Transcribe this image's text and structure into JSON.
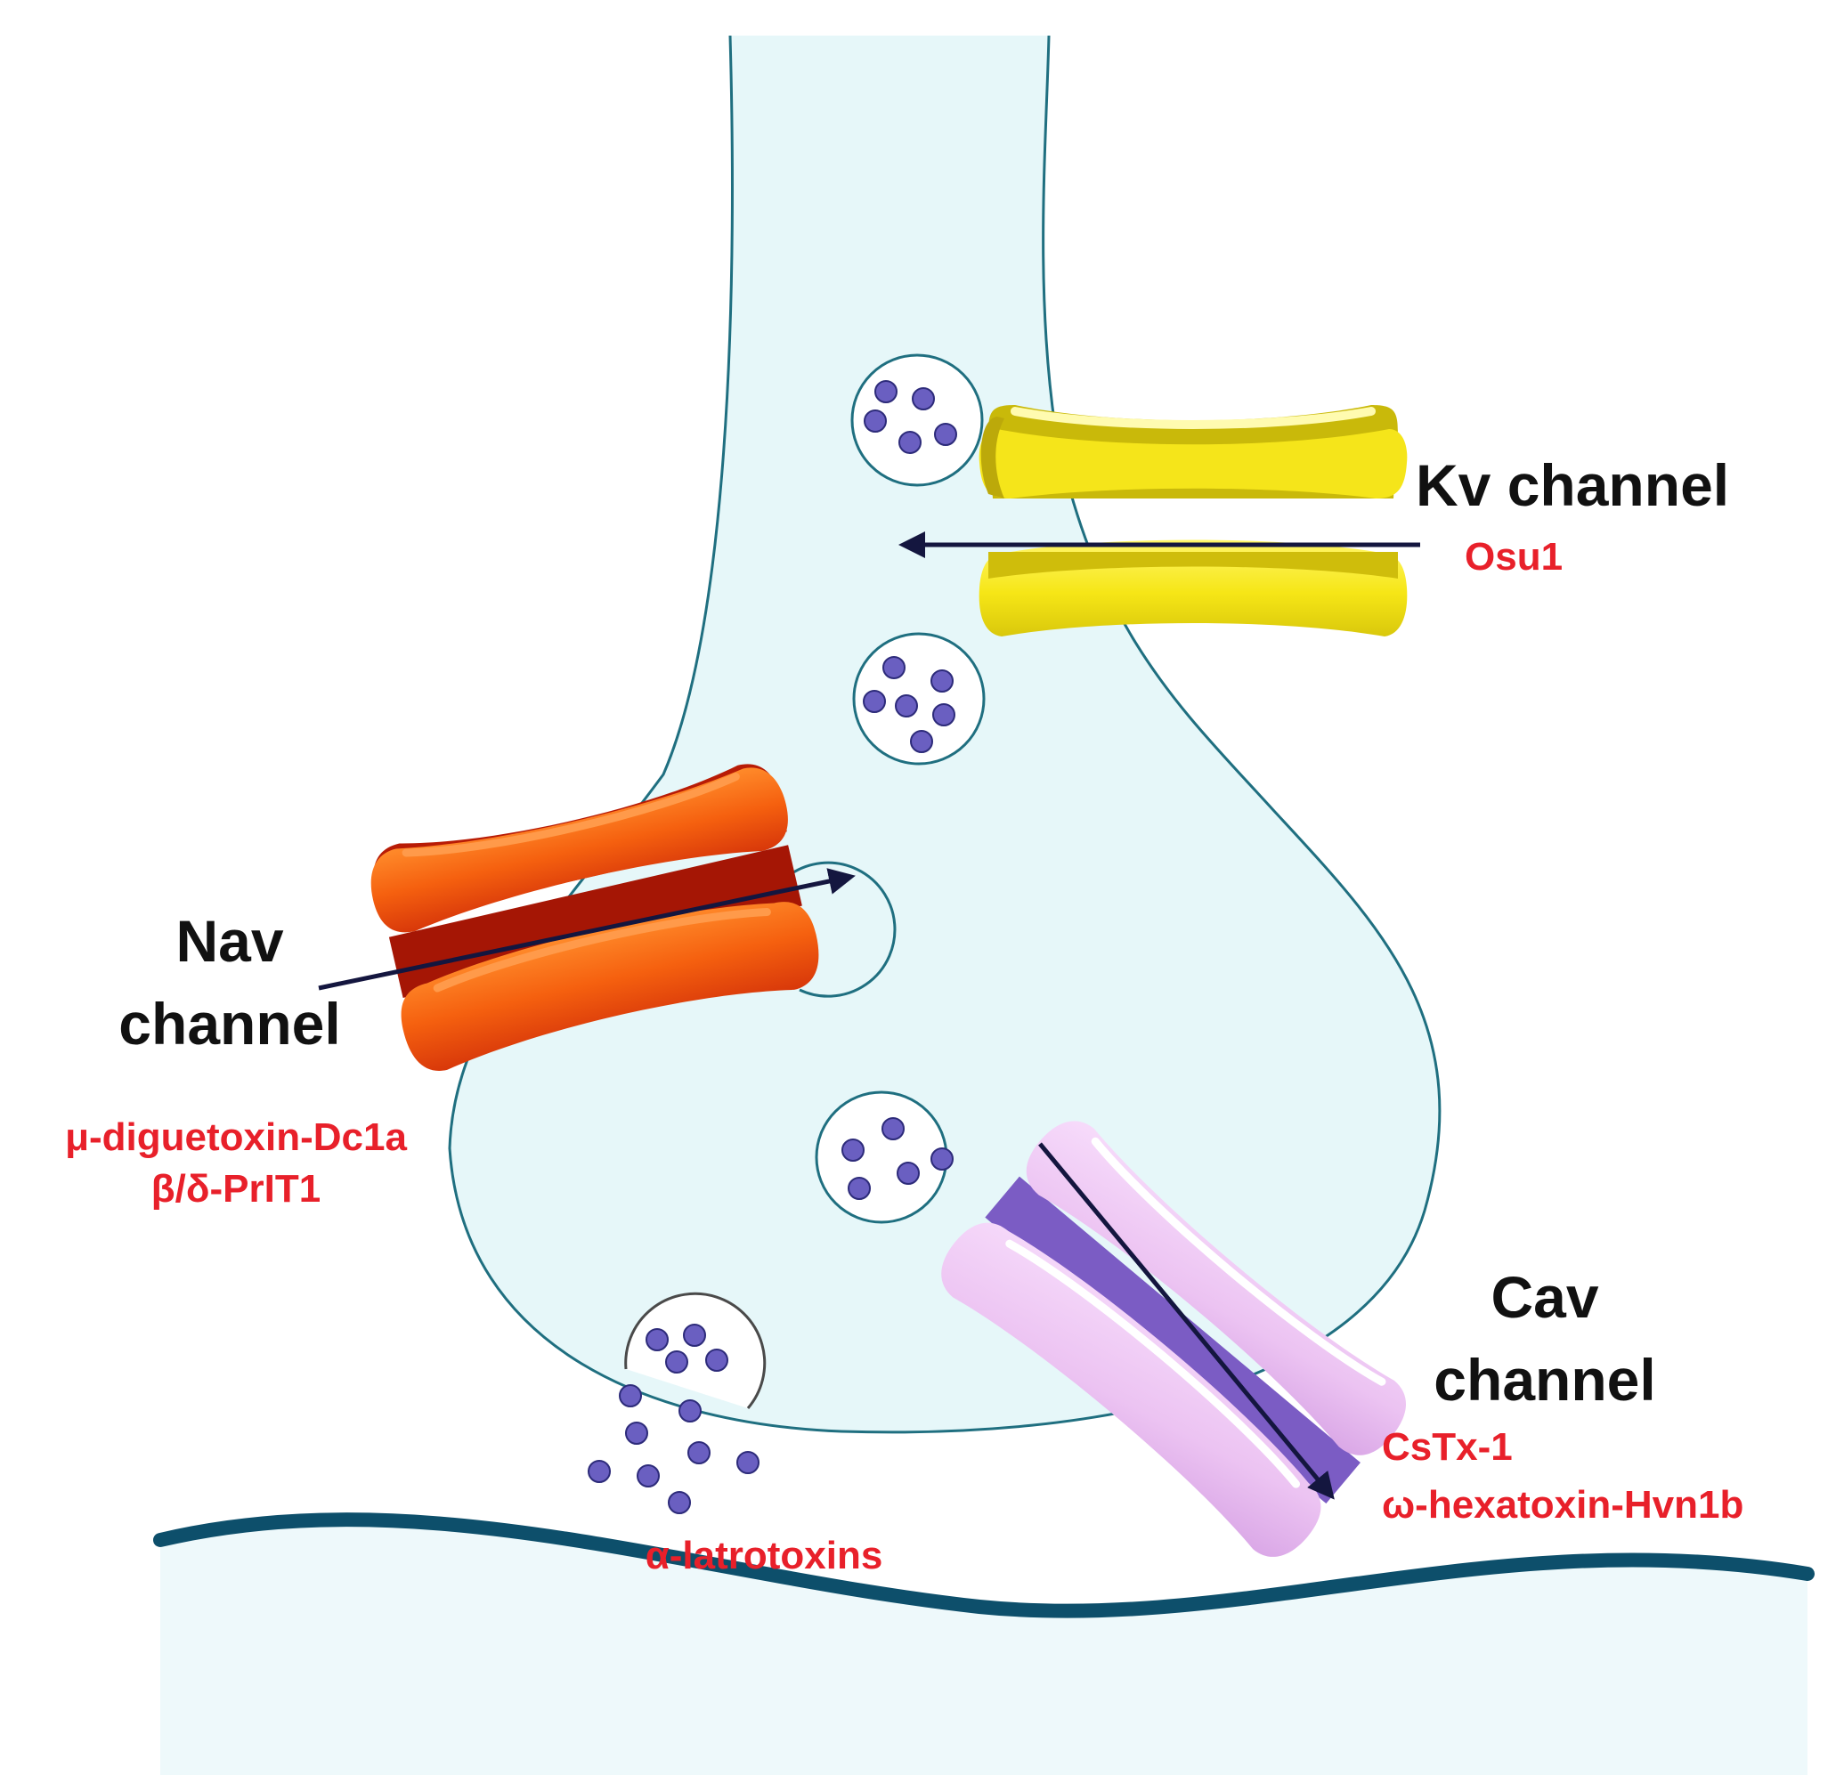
{
  "colors": {
    "cytoplasm": "#e6f7f9",
    "membrane_line": "#1f6f80",
    "postsynaptic_line": "#0d4f6b",
    "vesicle_dot": "#6a5fc1",
    "toxin_text": "#e8202a",
    "label_text": "#111111",
    "arrow": "#14163f",
    "kv_channel": "#f7e820",
    "nav_channel": "#f55a0f",
    "cav_channel": "#e9bff0"
  },
  "channels": {
    "kv": {
      "name": "Kv channel",
      "toxins": [
        "Osu1"
      ]
    },
    "nav": {
      "name_line1": "Nav",
      "name_line2": "channel",
      "toxins": [
        "μ-diguetoxin-Dc1a",
        "β/δ-PrIT1"
      ]
    },
    "cav": {
      "name_line1": "Cav",
      "name_line2": "channel",
      "toxins": [
        "CsTx-1",
        "ω-hexatoxin-Hvn1b"
      ]
    }
  },
  "release": {
    "toxin": "α-latrotoxins"
  }
}
